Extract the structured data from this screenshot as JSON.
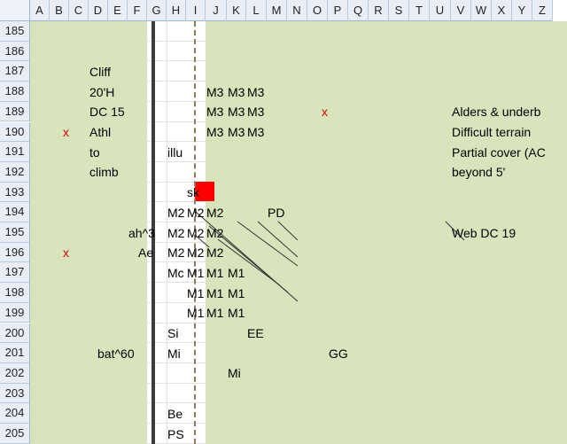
{
  "columns": [
    "A",
    "B",
    "C",
    "D",
    "E",
    "F",
    "G",
    "H",
    "I",
    "J",
    "K",
    "L",
    "M",
    "N",
    "O",
    "P",
    "Q",
    "R",
    "S",
    "T",
    "U",
    "V",
    "W",
    "X",
    "Y",
    "Z"
  ],
  "rows": [
    "185",
    "186",
    "187",
    "188",
    "189",
    "190",
    "191",
    "192",
    "193",
    "194",
    "195",
    "196",
    "197",
    "198",
    "199",
    "200",
    "201",
    "202",
    "203",
    "204",
    "205"
  ],
  "colors": {
    "green_fill": "#d8e4bc",
    "header_fill": "#e9eef6",
    "red_mark": "#e00000",
    "highlight_red": "#ff0000"
  },
  "cells": [
    {
      "id": "D187",
      "text": "Cliff"
    },
    {
      "id": "D188",
      "text": "20'H"
    },
    {
      "id": "D189",
      "text": "DC 15"
    },
    {
      "id": "D190",
      "text": "Athl"
    },
    {
      "id": "D191",
      "text": "to"
    },
    {
      "id": "D192",
      "text": "climb"
    },
    {
      "id": "B190",
      "text": "x",
      "red": true
    },
    {
      "id": "B196",
      "text": "x",
      "red": true
    },
    {
      "id": "J188",
      "text": "M3"
    },
    {
      "id": "K188",
      "text": "M3"
    },
    {
      "id": "L188",
      "text": "M3"
    },
    {
      "id": "J189",
      "text": "M3"
    },
    {
      "id": "K189",
      "text": "M3"
    },
    {
      "id": "L189",
      "text": "M3"
    },
    {
      "id": "J190",
      "text": "M3"
    },
    {
      "id": "K190",
      "text": "M3"
    },
    {
      "id": "L190",
      "text": "M3"
    },
    {
      "id": "O189",
      "text": "x",
      "red": true
    },
    {
      "id": "V189",
      "text": "Alders & underb"
    },
    {
      "id": "V190",
      "text": "Difficult terrain"
    },
    {
      "id": "V191",
      "text": "Partial cover (AC"
    },
    {
      "id": "V192",
      "text": "beyond 5'"
    },
    {
      "id": "V195",
      "text": "Web DC 19"
    },
    {
      "id": "H191",
      "text": "illu"
    },
    {
      "id": "I193",
      "text": "sk"
    },
    {
      "id": "H194",
      "text": "M2"
    },
    {
      "id": "I194",
      "text": "M2"
    },
    {
      "id": "J194",
      "text": "M2"
    },
    {
      "id": "M194",
      "text": "PD"
    },
    {
      "id": "G195",
      "text": "ah^3"
    },
    {
      "id": "H195",
      "text": "M2"
    },
    {
      "id": "I195",
      "text": "M2"
    },
    {
      "id": "J195",
      "text": "M2"
    },
    {
      "id": "G196",
      "text": "Ae"
    },
    {
      "id": "H196",
      "text": "M2"
    },
    {
      "id": "I196",
      "text": "M2"
    },
    {
      "id": "J196",
      "text": "M2"
    },
    {
      "id": "H197",
      "text": "Mc"
    },
    {
      "id": "I197",
      "text": "M1"
    },
    {
      "id": "J197",
      "text": "M1"
    },
    {
      "id": "K197",
      "text": "M1"
    },
    {
      "id": "I198",
      "text": "M1"
    },
    {
      "id": "J198",
      "text": "M1"
    },
    {
      "id": "K198",
      "text": "M1"
    },
    {
      "id": "I199",
      "text": "M1"
    },
    {
      "id": "J199",
      "text": "M1"
    },
    {
      "id": "K199",
      "text": "M1"
    },
    {
      "id": "H200",
      "text": "Si"
    },
    {
      "id": "L200",
      "text": "EE"
    },
    {
      "id": "F201",
      "text": "bat^60"
    },
    {
      "id": "H201",
      "text": "Mi"
    },
    {
      "id": "P201",
      "text": "GG"
    },
    {
      "id": "K202",
      "text": "Mi"
    },
    {
      "id": "H204",
      "text": "Be"
    },
    {
      "id": "H205",
      "text": "PS"
    }
  ]
}
